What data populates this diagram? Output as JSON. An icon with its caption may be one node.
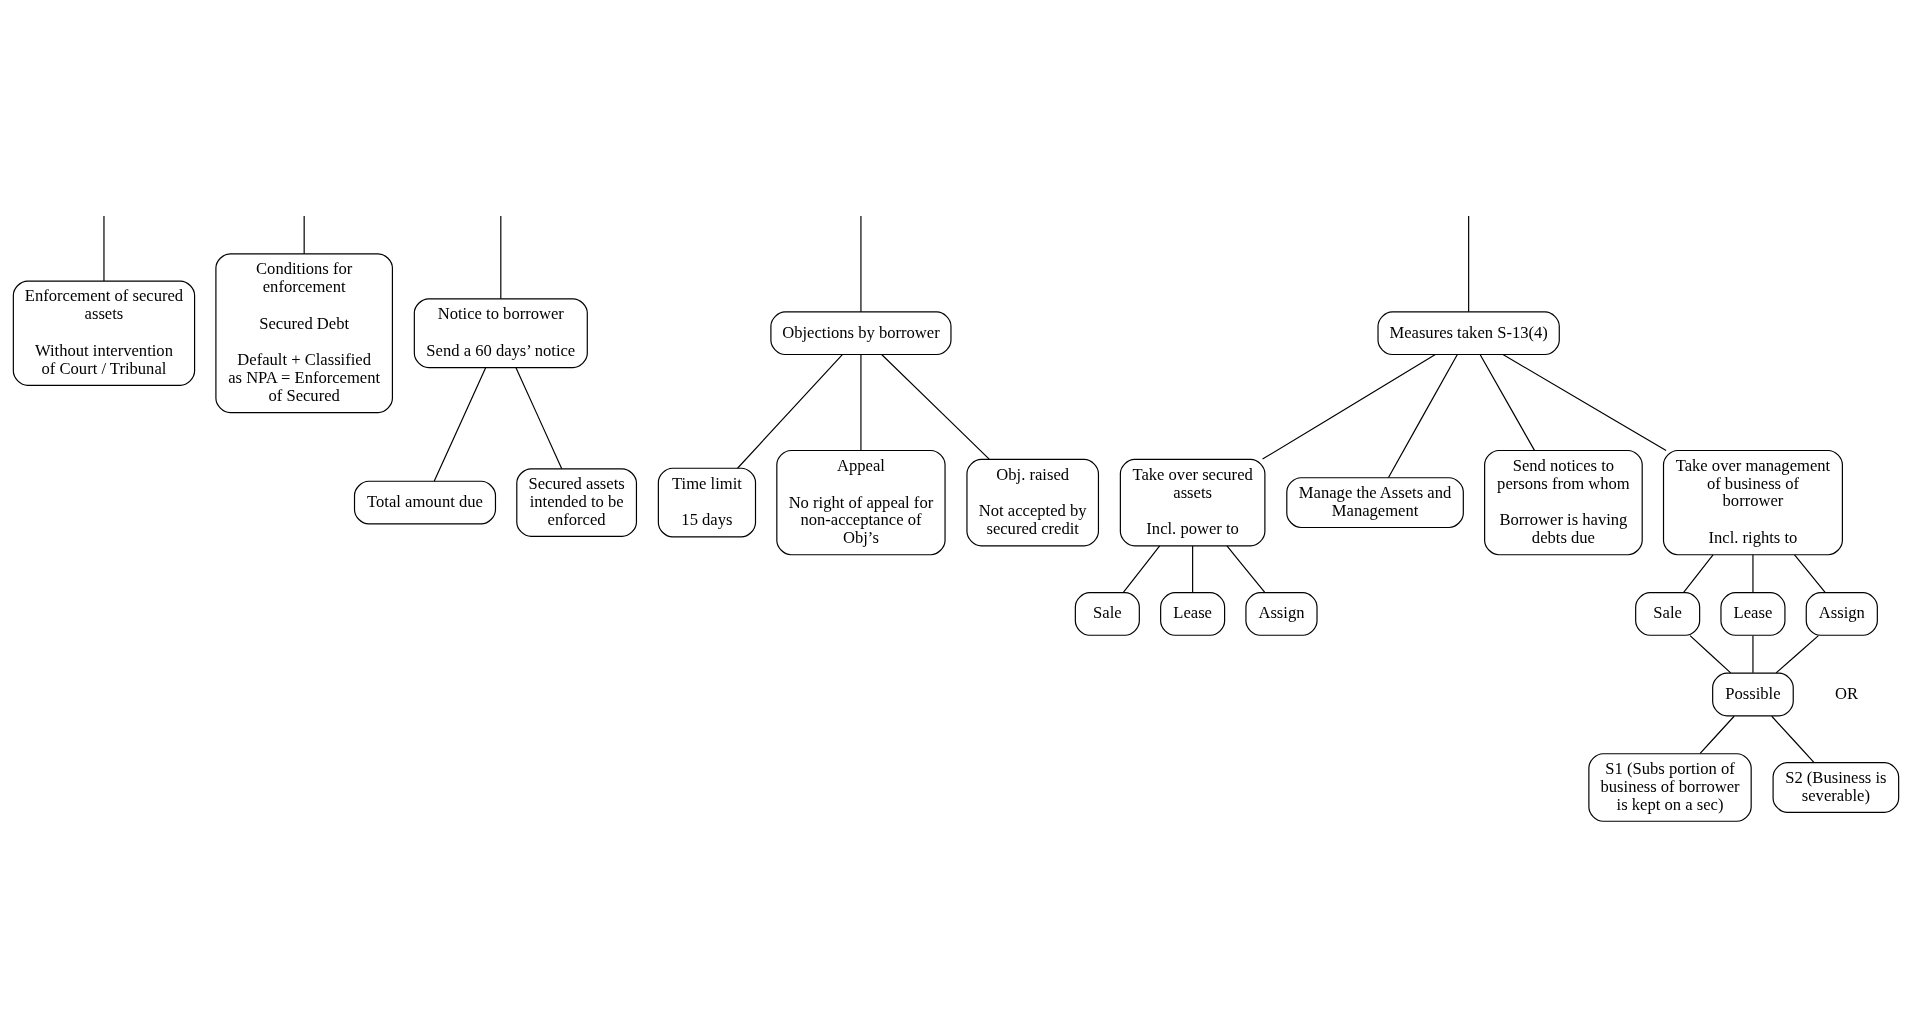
{
  "diagram": {
    "nodes": [
      {
        "text": [
          "Enforcement of secured assets",
          "Without intervention of Court / Tribunal"
        ]
      },
      {
        "text": [
          "Conditions for enforcement",
          "Secured Debt",
          "Default + Classified as NPA = Enforcement of Secured"
        ]
      },
      {
        "text": [
          "Notice to borrower",
          "Send a 60 days’ notice"
        ]
      },
      {
        "text": [
          "Total amount due"
        ]
      },
      {
        "text": [
          "Secured assets intended to be enforced"
        ]
      },
      {
        "text": [
          "Objections by borrower"
        ]
      },
      {
        "text": [
          "Time limit",
          "15 days"
        ]
      },
      {
        "text": [
          "Appeal",
          "No right of appeal for non-acceptance of Obj’s"
        ]
      },
      {
        "text": [
          "Obj. raised",
          "Not accepted by secured credit"
        ]
      },
      {
        "text": [
          "Measures taken S-13(4)"
        ]
      },
      {
        "text": [
          "Take over secured assets",
          "Incl. power to"
        ]
      },
      {
        "text": [
          "Sale"
        ]
      },
      {
        "text": [
          "Lease"
        ]
      },
      {
        "text": [
          "Assign"
        ]
      },
      {
        "text": [
          "Manage the Assets and Management"
        ]
      },
      {
        "text": [
          "Send notices to persons from whom",
          "Borrower is having debts due"
        ]
      },
      {
        "text": [
          "Take over management of business of borrower",
          "Incl. rights to"
        ]
      },
      {
        "text": [
          "Sale"
        ]
      },
      {
        "text": [
          "Lease"
        ]
      },
      {
        "text": [
          "Assign"
        ]
      },
      {
        "text": [
          "Possible"
        ]
      },
      {
        "text": [
          "S1 (Subs portion of business of borrower is kept on a sec)"
        ]
      },
      {
        "text": [
          "S2 (Business is severable)"
        ]
      }
    ],
    "edges": [
      {
        "from": null,
        "to": 0,
        "arrow": "none"
      },
      {
        "from": null,
        "to": 1,
        "arrow": "none"
      },
      {
        "from": null,
        "to": 2,
        "arrow": "none"
      },
      {
        "from": null,
        "to": 5,
        "arrow": "none"
      },
      {
        "from": null,
        "to": 9,
        "arrow": "none"
      },
      {
        "from": 2,
        "to": 3,
        "arrow": "none"
      },
      {
        "from": 2,
        "to": 4,
        "arrow": "none"
      },
      {
        "from": 5,
        "to": 6,
        "arrow": "none"
      },
      {
        "from": 5,
        "to": 7,
        "arrow": "none"
      },
      {
        "from": 5,
        "to": 8,
        "arrow": "none"
      },
      {
        "from": 9,
        "to": 10,
        "arrow": "none"
      },
      {
        "from": 9,
        "to": 14,
        "arrow": "none"
      },
      {
        "from": 9,
        "to": 15,
        "arrow": "none"
      },
      {
        "from": 9,
        "to": 16,
        "arrow": "none"
      },
      {
        "from": 10,
        "to": 11,
        "arrow": "none"
      },
      {
        "from": 10,
        "to": 12,
        "arrow": "none"
      },
      {
        "from": 10,
        "to": 13,
        "arrow": "none"
      },
      {
        "from": 16,
        "to": 17,
        "arrow": "none"
      },
      {
        "from": 16,
        "to": 18,
        "arrow": "none"
      },
      {
        "from": 16,
        "to": 19,
        "arrow": "none"
      },
      {
        "from": 17,
        "to": 20,
        "arrow": "none"
      },
      {
        "from": 18,
        "to": 20,
        "arrow": "none"
      },
      {
        "from": 19,
        "to": 20,
        "arrow": "none"
      },
      {
        "from": 20,
        "to": 21,
        "arrow": "none"
      },
      {
        "from": 20,
        "to": 22,
        "arrow": "none"
      }
    ],
    "labels": [
      "OR"
    ]
  }
}
